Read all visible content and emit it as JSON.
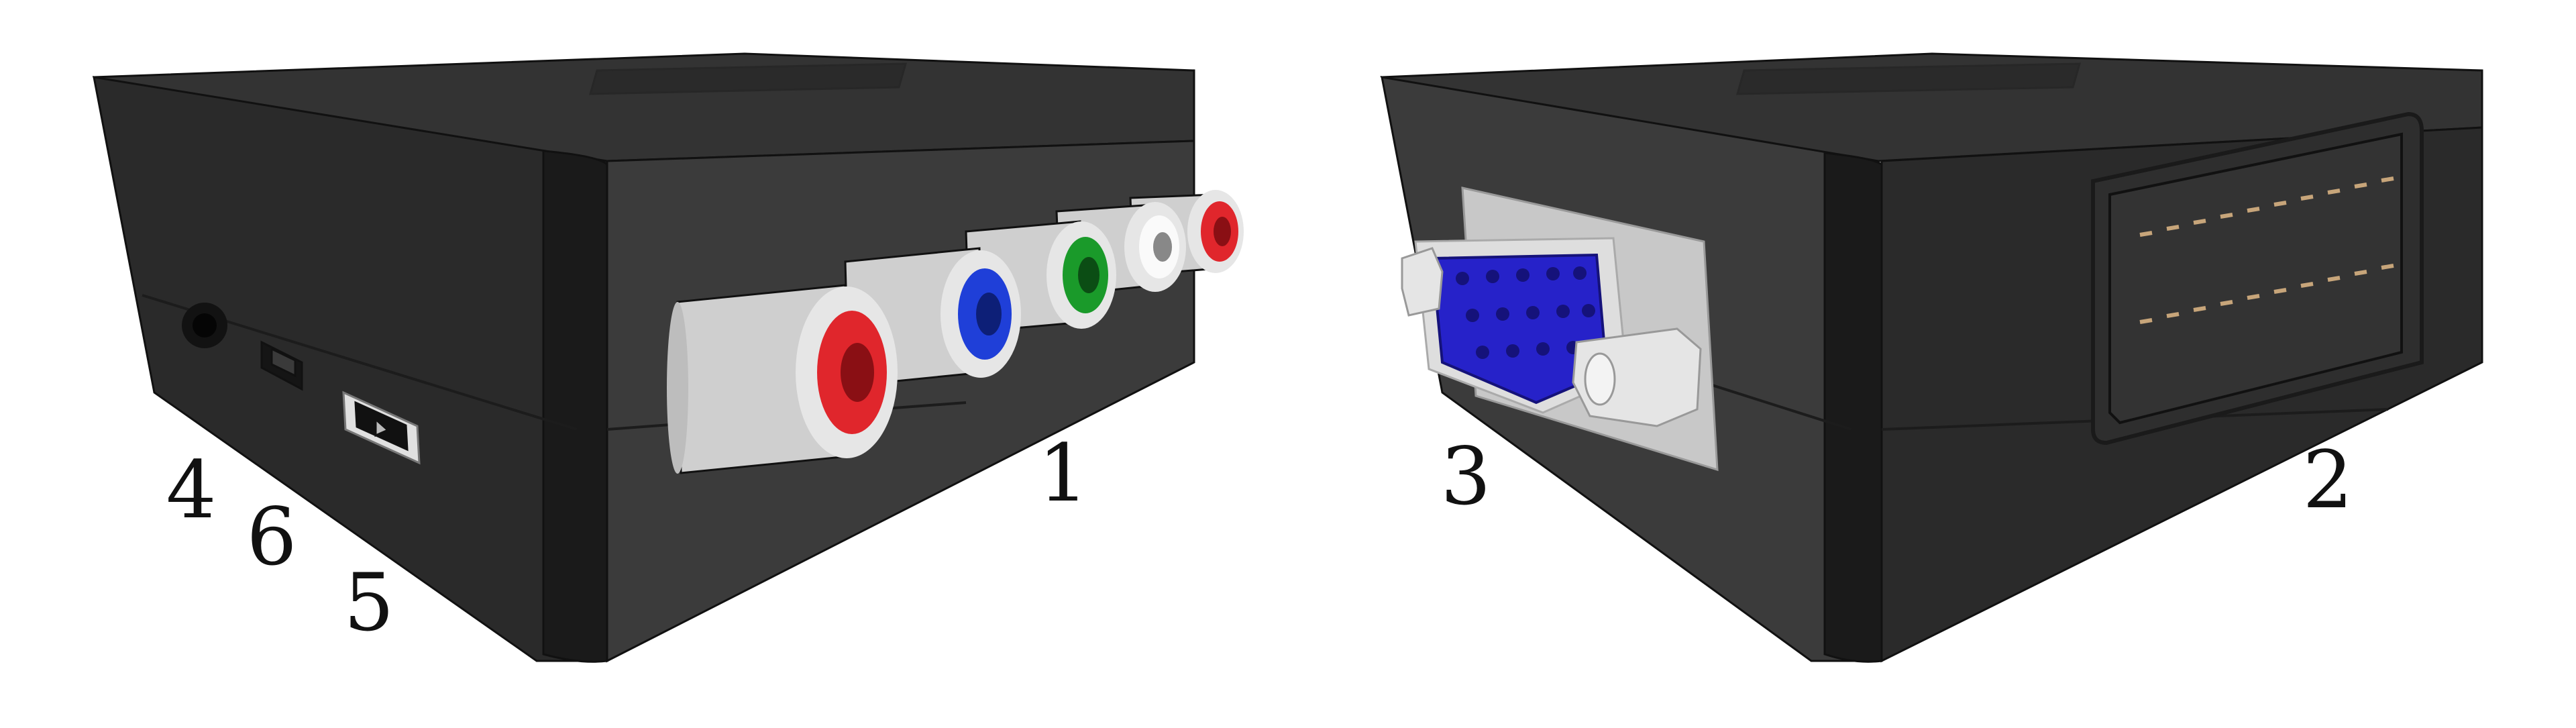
{
  "colors": {
    "case_top": "#333333",
    "case_front": "#3b3b3b",
    "case_side": "#2a2a2a",
    "case_edge": "#1a1a1a",
    "plug_body": "#d7d7d7",
    "rca_red": "#e0262c",
    "rca_blue": "#1f3fd8",
    "rca_green": "#1a9a2a",
    "rca_white": "#f2f2f2",
    "vga_blue": "#2622c9",
    "metal_plate": "#c8c8c8",
    "scart_pin": "#c7a57a"
  },
  "callouts": {
    "label_1": "1",
    "label_2": "2",
    "label_3": "3",
    "label_4": "4",
    "label_5": "5",
    "label_6": "6"
  },
  "icons": {
    "left_box": "video-converter-box-front-icon",
    "right_box": "video-converter-box-rear-icon",
    "rca": "rca-jack-icon",
    "vga": "vga-port-icon",
    "scart": "scart-port-icon",
    "audio": "audio-jack-icon",
    "switch": "slide-switch-icon",
    "usb": "micro-usb-port-icon"
  }
}
